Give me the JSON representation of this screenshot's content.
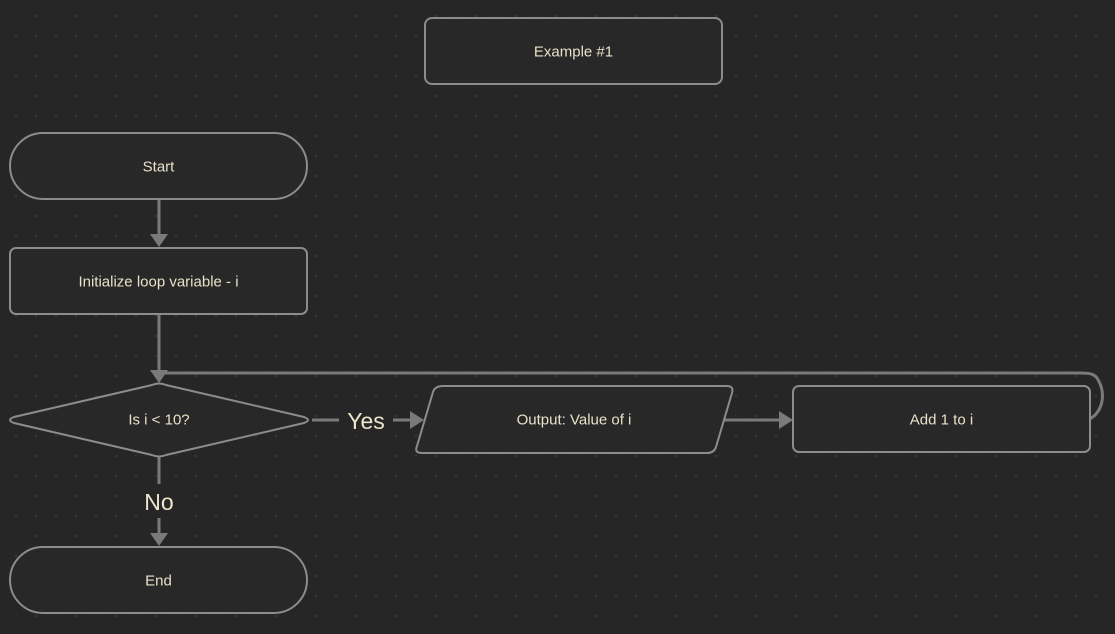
{
  "diagram": {
    "title": "Example #1",
    "nodes": {
      "start": "Start",
      "init": "Initialize loop variable - i",
      "decision": "Is i < 10?",
      "output": "Output: Value of i",
      "increment": "Add 1 to i",
      "end": "End"
    },
    "edge_labels": {
      "yes": "Yes",
      "no": "No"
    }
  },
  "colors": {
    "background": "#262626",
    "node_fill": "#282828",
    "node_border": "#8c8c8c",
    "connector": "#7a7a7a",
    "text": "#e8e2c8"
  }
}
